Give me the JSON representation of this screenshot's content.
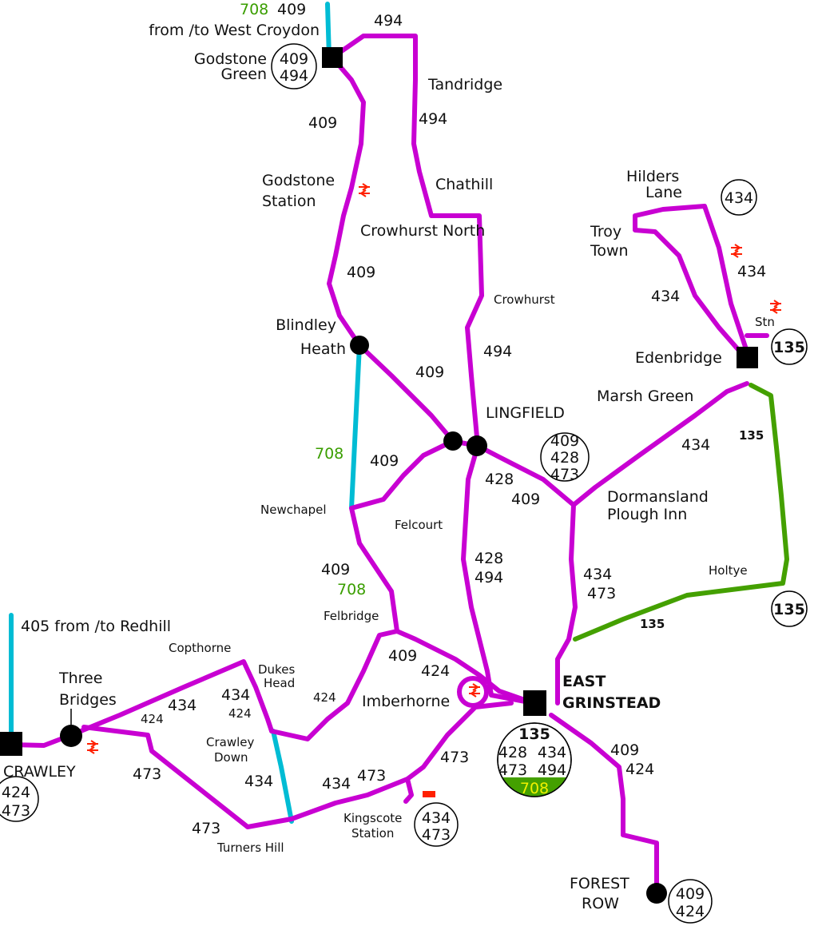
{
  "colors": {
    "bus_route": "#c800d2",
    "express_route": "#00bcd4",
    "route_135": "#44a000",
    "rail": "#ff2000",
    "stop": "#000000",
    "route_708_label": "#3a9e00"
  },
  "icons": {
    "rail_station": "national-rail-icon",
    "heritage_railway": "steam-train-icon"
  },
  "places": {
    "godstone_green": [
      "Godstone",
      "Green"
    ],
    "west_croydon": "from /to West Croydon",
    "tandridge": "Tandridge",
    "chathill": "Chathill",
    "godstone_station": [
      "Godstone",
      "Station"
    ],
    "crowhurst_north": "Crowhurst North",
    "crowhurst": "Crowhurst",
    "blindley_heath": [
      "Blindley",
      "Heath"
    ],
    "lingfield": "LINGFIELD",
    "hilders_lane": [
      "Hilders",
      "Lane"
    ],
    "troy_town": [
      "Troy",
      "Town"
    ],
    "stn": "Stn",
    "edenbridge": "Edenbridge",
    "marsh_green": "Marsh Green",
    "newchapel": "Newchapel",
    "felcourt": "Felcourt",
    "dormansland": [
      "Dormansland",
      "Plough Inn"
    ],
    "holtye": "Holtye",
    "felbridge": "Felbridge",
    "redhill": "405 from /to Redhill",
    "copthorne": "Copthorne",
    "dukes_head": [
      "Dukes",
      "Head"
    ],
    "three_bridges": [
      "Three",
      "Bridges"
    ],
    "imberhorne": "Imberhorne",
    "east_grinstead": [
      "EAST",
      "GRINSTEAD"
    ],
    "crawley_down": [
      "Crawley",
      "Down"
    ],
    "crawley": "CRAWLEY",
    "kingscote": [
      "Kingscote",
      "Station"
    ],
    "turners_hill": "Turners Hill",
    "forest_row": [
      "FOREST",
      "ROW"
    ]
  },
  "route_labels": {
    "top_708": "708",
    "top_409": "409",
    "top_494": "494",
    "r409_a": "409",
    "r494_a": "494",
    "r409_b": "409",
    "r494_b": "494",
    "r409_c": "409",
    "r708_a": "708",
    "r409_d": "409",
    "r434_a": "434",
    "r434_b": "434",
    "r135_a": "135",
    "r434_c": "434",
    "r428_a": "428",
    "r409_e": "409",
    "r428_b": "428",
    "r494_c": "494",
    "r434_d": "434",
    "r473_a": "473",
    "r409_f": "409",
    "r708_b": "708",
    "r135_b": "135",
    "r409_g": "409",
    "r424_a": "424",
    "r424_b": "424",
    "r434_e": "434",
    "r424_c": "424",
    "r434_f": "434",
    "r424_d": "424",
    "r473_b": "473",
    "r434_g": "434",
    "r434_h": "434",
    "r473_c": "473",
    "r473_d": "473",
    "r473_e": "473",
    "r409_h": "409",
    "r424_e": "424"
  },
  "route_discs": {
    "godstone_green": [
      "409",
      "494"
    ],
    "hilders_lane": [
      "434"
    ],
    "edenbridge": [
      "135"
    ],
    "lingfield": [
      "409",
      "428",
      "473"
    ],
    "holtye": [
      "135"
    ],
    "east_grinstead": [
      "135",
      "428",
      "434",
      "473",
      "494",
      "708"
    ],
    "crawley": [
      "424",
      "473"
    ],
    "kingscote": [
      "434",
      "473"
    ],
    "forest_row": [
      "409",
      "424"
    ]
  }
}
